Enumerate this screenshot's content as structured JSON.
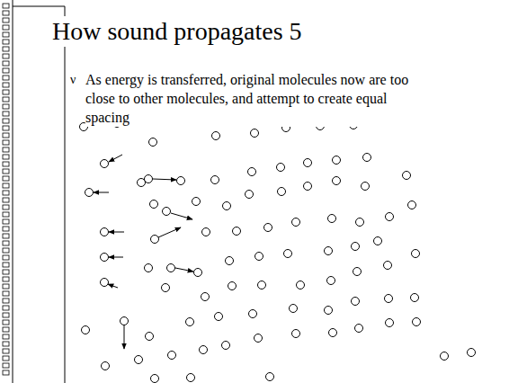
{
  "diagram": {
    "title": "How sound propagates 5",
    "labels": [
      "ν",
      "As energy is transferred, original molecules now are too close to other molecules, and attempt to create equal spacing"
    ]
  }
}
